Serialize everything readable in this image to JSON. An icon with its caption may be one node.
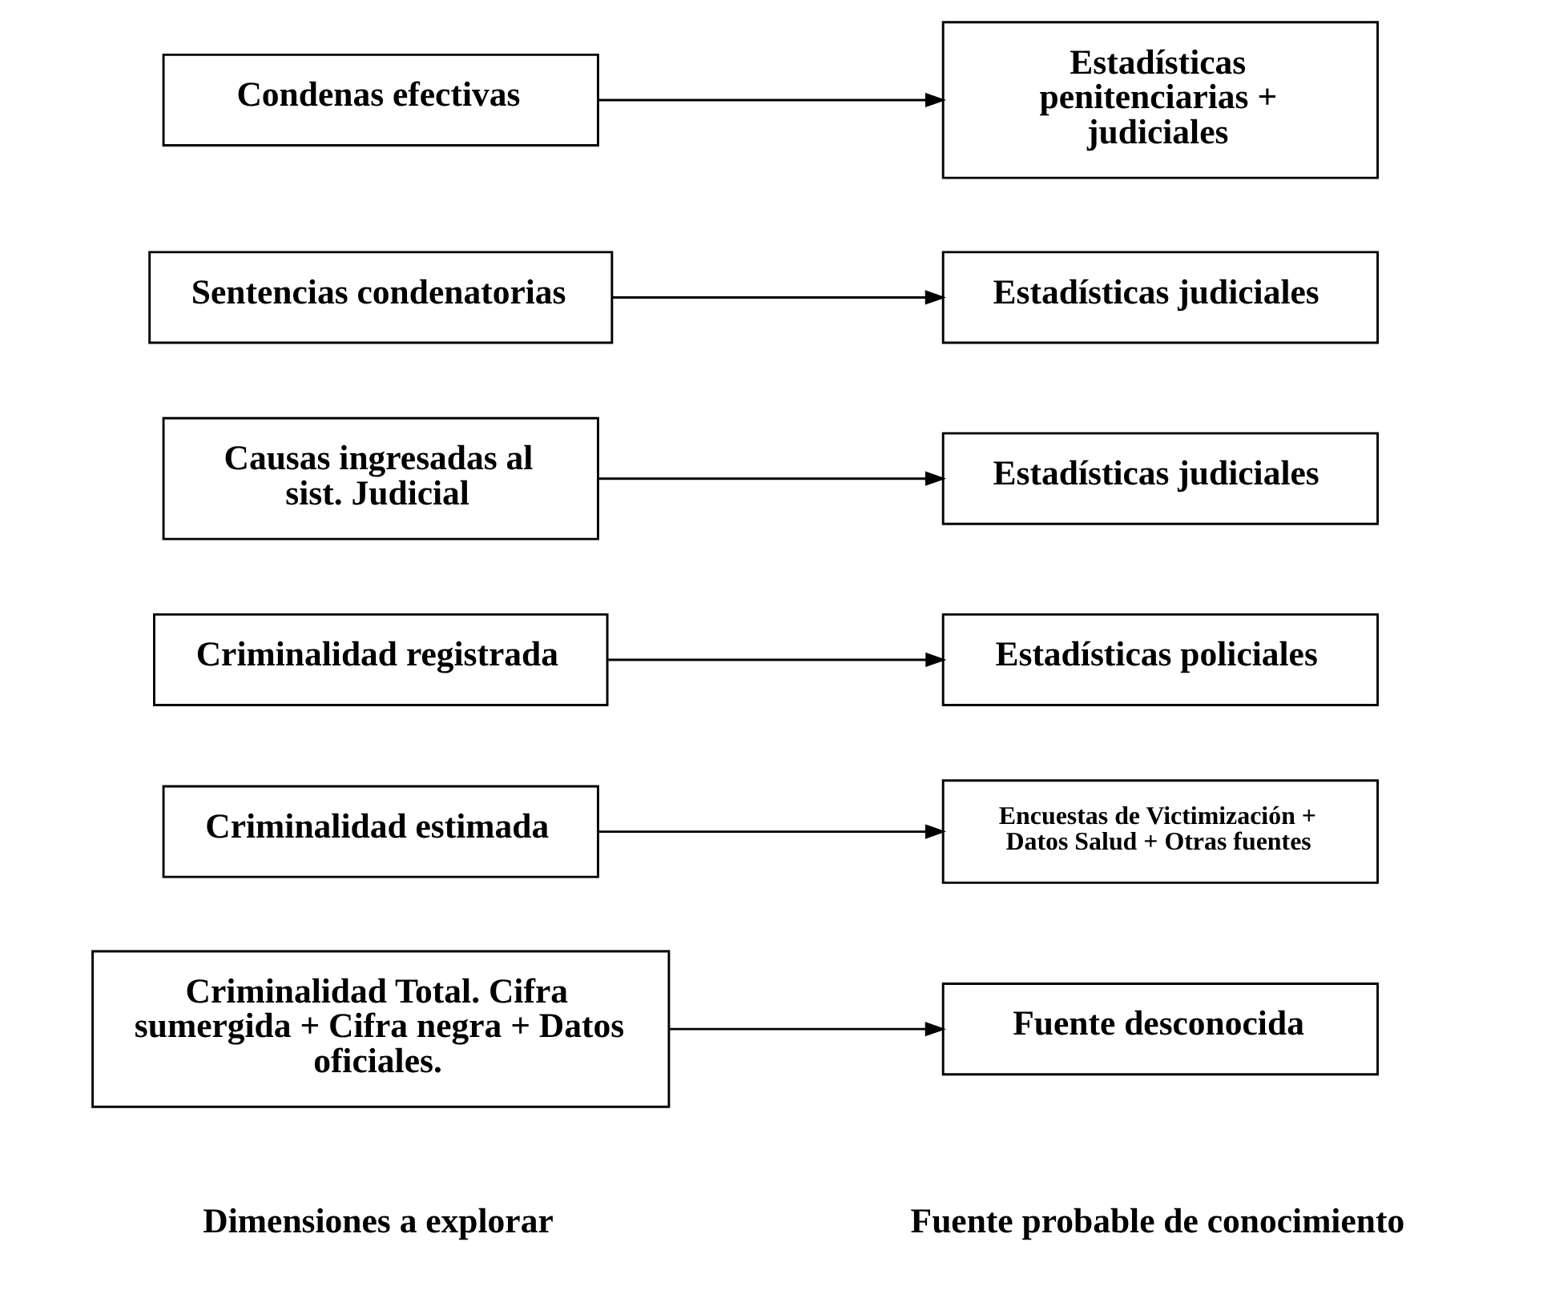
{
  "diagram": {
    "nodes": [
      {
        "text": [
          "Criminalidad Total. Cifra sumergida + Cifra negra + Datos oficiales."
        ]
      },
      {
        "text": [
          "Fuente desconocida"
        ]
      },
      {
        "text": [
          "Criminalidad estimada"
        ]
      },
      {
        "text": [
          "Encuestas de Victimización + Datos Salud + Otras fuentes"
        ]
      },
      {
        "text": [
          "Criminalidad registrada"
        ]
      },
      {
        "text": [
          "Estadísticas policiales"
        ]
      },
      {
        "text": [
          "Causas ingresadas al sist. Judicial"
        ]
      },
      {
        "text": [
          "Estadísticas judiciales"
        ]
      },
      {
        "text": [
          "Sentencias condenatorias"
        ]
      },
      {
        "text": [
          "Estadísticas judiciales"
        ]
      },
      {
        "text": [
          "Condenas efectivas"
        ]
      },
      {
        "text": [
          "Estadísticas penitenciarias + judiciales"
        ]
      }
    ],
    "edges": [
      {
        "from": 0,
        "to": 1,
        "arrow": "to"
      },
      {
        "from": 2,
        "to": 3,
        "arrow": "to"
      },
      {
        "from": 4,
        "to": 5,
        "arrow": "to"
      },
      {
        "from": 6,
        "to": 7,
        "arrow": "to"
      },
      {
        "from": 8,
        "to": 9,
        "arrow": "to"
      },
      {
        "from": 10,
        "to": 11,
        "arrow": "to"
      }
    ],
    "labels": [
      "Dimensiones a explorar",
      "Fuente probable de conocimiento"
    ]
  }
}
